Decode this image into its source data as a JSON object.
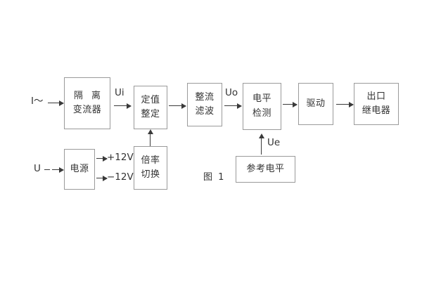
{
  "diagram": {
    "caption": "图 1",
    "inputs": {
      "current": "I～",
      "voltage": "U"
    },
    "signals": {
      "ui": "Ui",
      "uo": "Uo",
      "ue": "Ue",
      "pos12": "+12V",
      "neg12": "−12V"
    },
    "blocks": {
      "isolation_ct": {
        "line1": "隔 离",
        "line2": "变流器"
      },
      "setting": {
        "line1": "定值",
        "line2": "整定"
      },
      "rectify_filter": {
        "line1": "整流",
        "line2": "滤波"
      },
      "level_detect": {
        "line1": "电平",
        "line2": "检测"
      },
      "drive": {
        "line1": "驱动"
      },
      "output_relay": {
        "line1": "出口",
        "line2": "继电器"
      },
      "power_supply": {
        "line1": "电源"
      },
      "ratio_switch": {
        "line1": "倍率",
        "line2": "切换"
      },
      "reference_level": {
        "line1": "参考电平"
      }
    },
    "colors": {
      "background": "#ffffff",
      "box_border": "#9a9a9a",
      "text": "#333333",
      "connector": "#3a3a3a"
    }
  }
}
